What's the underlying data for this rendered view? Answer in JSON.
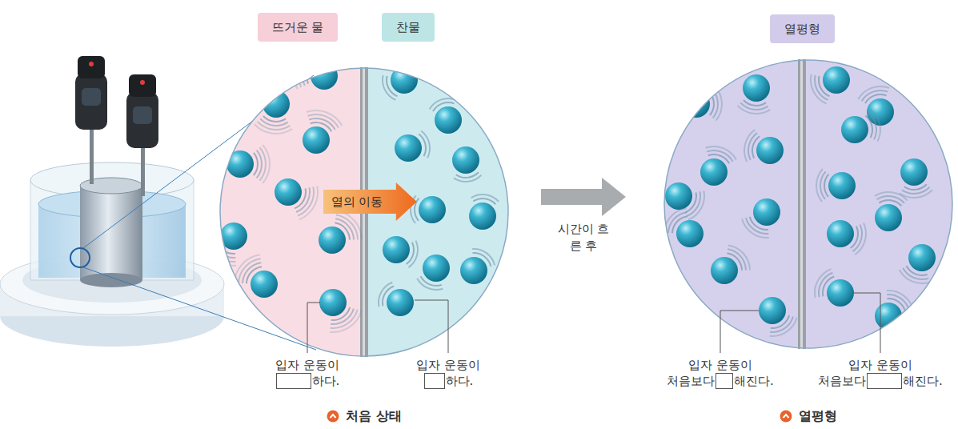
{
  "diagram": {
    "nodes": [
      {
        "text": [
          "뜨거운 물"
        ]
      },
      {
        "text": [
          "찬물"
        ]
      },
      {
        "text": [
          "열의 이동"
        ]
      },
      {
        "text": [
          "열평형"
        ]
      }
    ],
    "labels": [
      "입자 운동이",
      "하다.",
      "입자 운동이",
      "하다.",
      "시간이 흐른 후",
      "입자 운동이",
      "처음보다",
      "해진다.",
      "입자 운동이",
      "처음보다",
      "해진다.",
      "처음 상태",
      "열평형"
    ]
  }
}
